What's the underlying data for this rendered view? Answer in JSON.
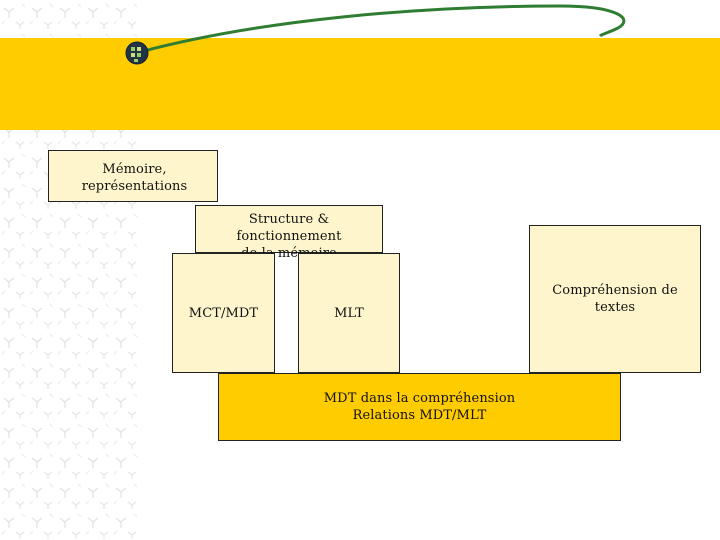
{
  "colors": {
    "band": "#FFCC00",
    "box_fill": "#FFF5CC",
    "accent_box_fill": "#FFCC00",
    "border": "#222222",
    "curve": "#2E7D32",
    "pattern": "#E6E6E6"
  },
  "decoration": {
    "icon": "globe-icon",
    "curve": "green-swoosh-line",
    "pattern": "bird-pattern-strip"
  },
  "diagram": {
    "nodes": [
      {
        "id": "memoire",
        "label": "Mémoire, représentations"
      },
      {
        "id": "structure",
        "label": "Structure & fonctionnement\nde la mémoire"
      },
      {
        "id": "mct",
        "label": "MCT/MDT"
      },
      {
        "id": "mlt",
        "label": "MLT"
      },
      {
        "id": "comprehension",
        "label": "Compréhension de textes"
      },
      {
        "id": "mdt",
        "label": "MDT dans la compréhension\nRelations MDT/MLT"
      }
    ]
  }
}
